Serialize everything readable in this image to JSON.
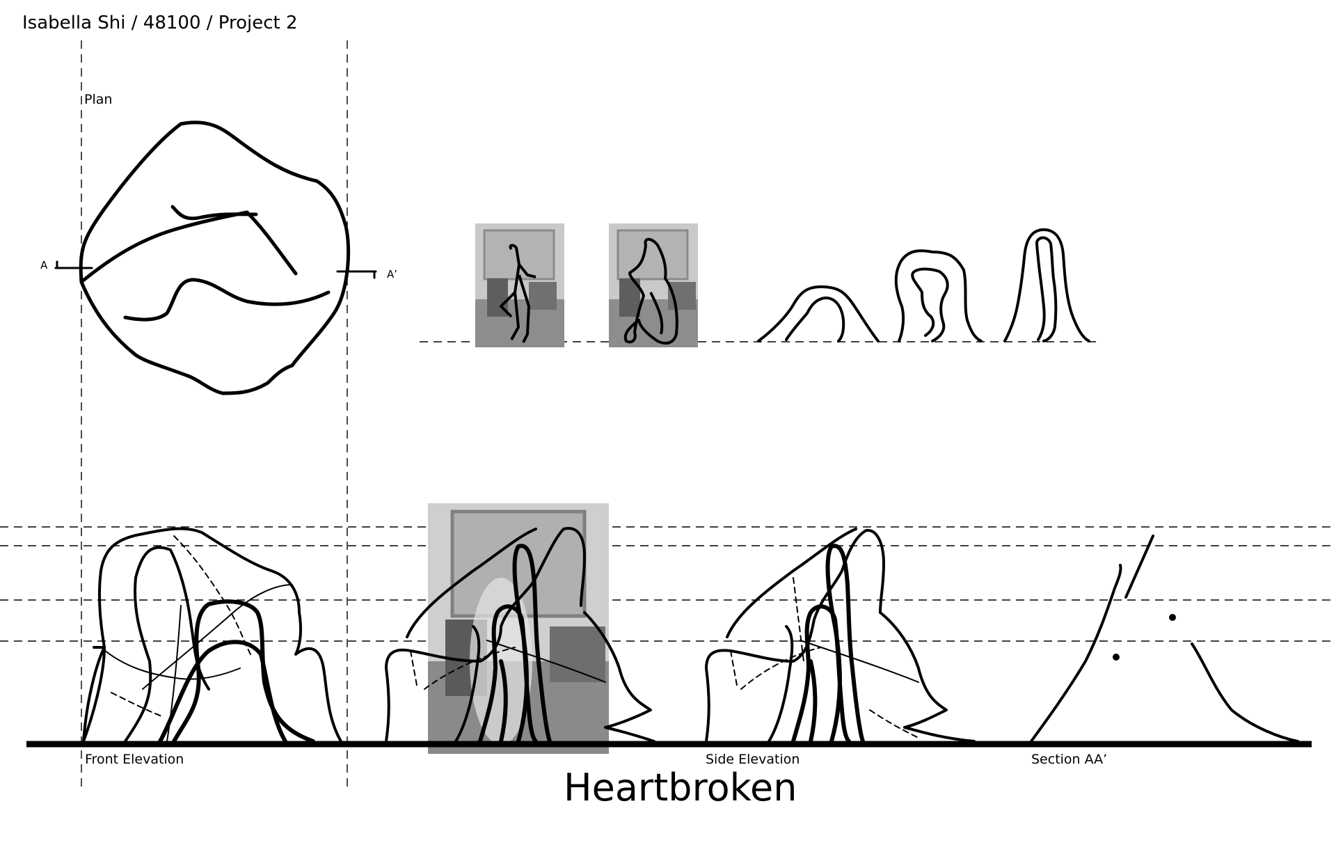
{
  "header": {
    "text": "Isabella Shi / 48100 / Project 2"
  },
  "labels": {
    "plan": "Plan",
    "section_left": "A",
    "section_right": "A’",
    "front_elevation": "Front Elevation",
    "side_elevation": "Side Elevation",
    "section_aa": "Section AA’"
  },
  "title": "Heartbroken",
  "photos": [
    {
      "name": "photo-pose-standing",
      "content": "grayscale photo of a standing figure with traced stick-figure overlay"
    },
    {
      "name": "photo-pose-crouching",
      "content": "grayscale photo of a crouching figure with traced outline overlay"
    },
    {
      "name": "photo-front-elevation",
      "content": "grayscale photo of seated figure behind front elevation drawing"
    }
  ],
  "colors": {
    "ink": "#000000",
    "photo_wall": "#d4d4d4",
    "photo_floor": "#7a7a7a",
    "photo_window": "#b5b5b5"
  }
}
